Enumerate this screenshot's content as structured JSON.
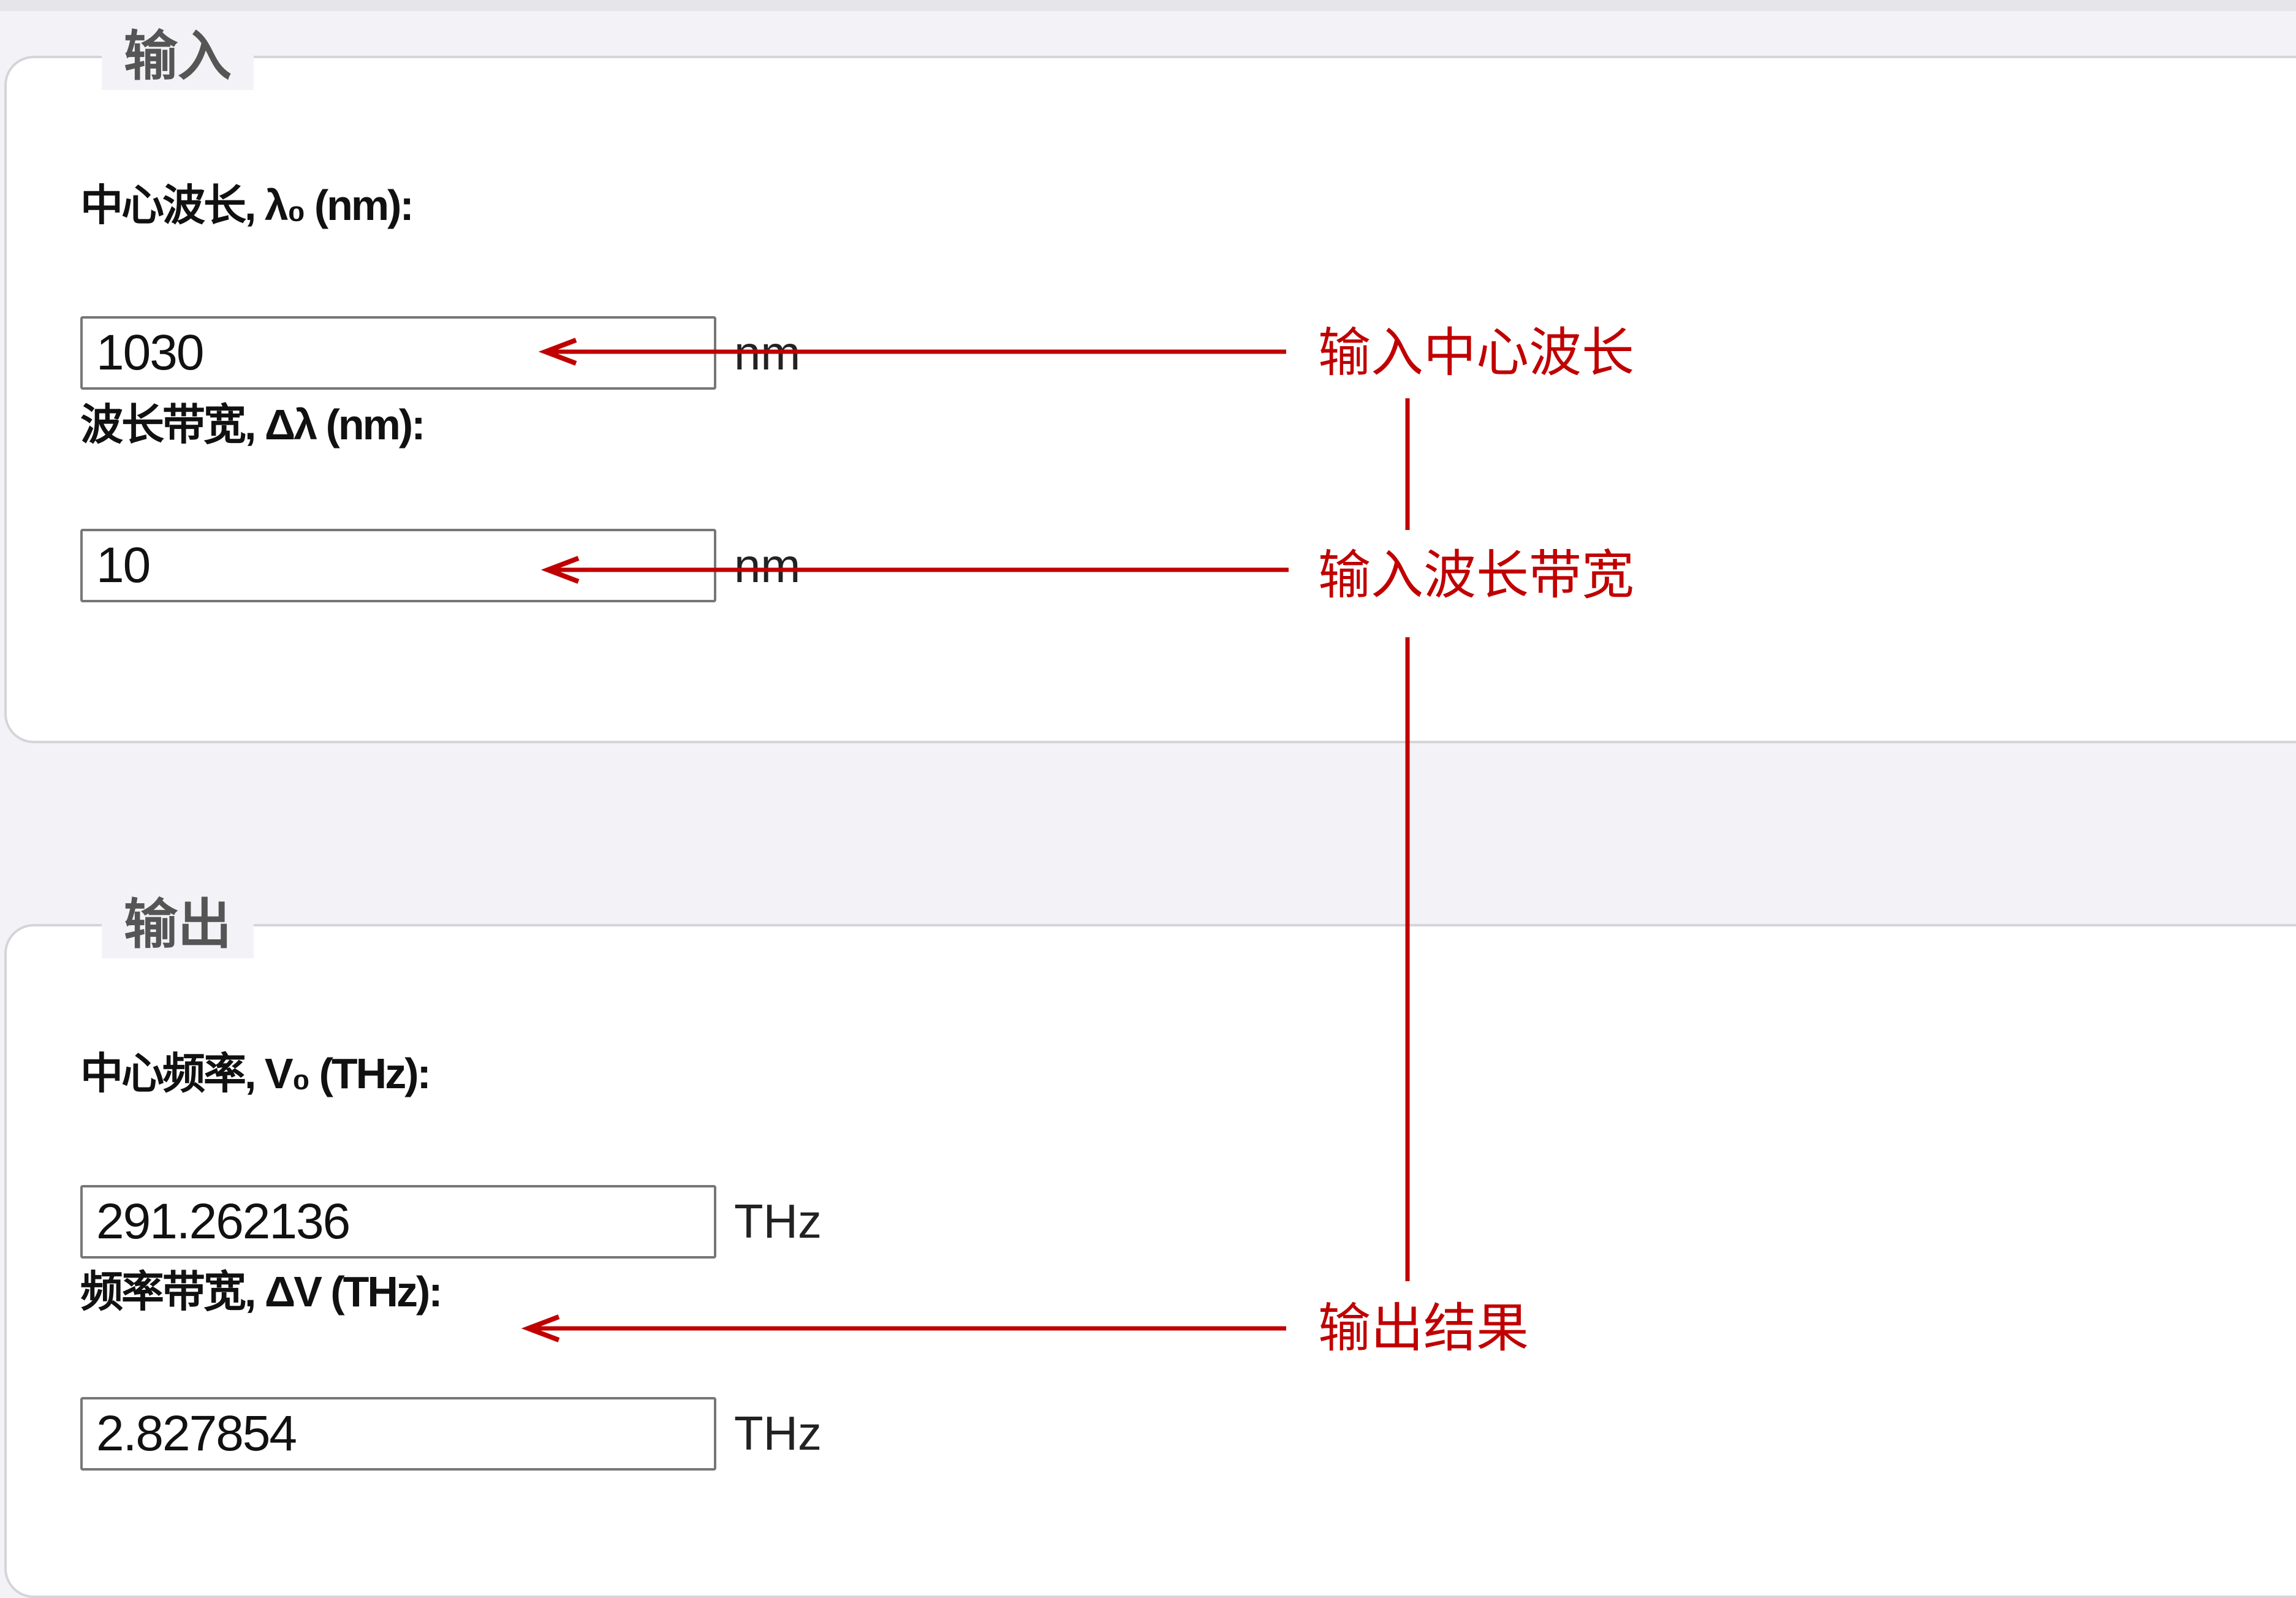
{
  "input_section": {
    "legend": "输入",
    "center_wavelength": {
      "label": "中心波长, λ₀ (nm):",
      "value": "1030",
      "unit": "nm"
    },
    "wavelength_bandwidth": {
      "label": "波长带宽, Δλ (nm):",
      "value": "10",
      "unit": "nm"
    }
  },
  "output_section": {
    "legend": "输出",
    "center_frequency": {
      "label": "中心频率, V₀ (THz):",
      "value": "291.262136",
      "unit": "THz"
    },
    "frequency_bandwidth": {
      "label": "频率带宽, ΔV (THz):",
      "value": "2.827854",
      "unit": "THz"
    }
  },
  "annotations": {
    "color": "#c00000",
    "center_wavelength_note": "输入中心波长",
    "bandwidth_note": "输入波长带宽",
    "output_note": "输出结果"
  }
}
